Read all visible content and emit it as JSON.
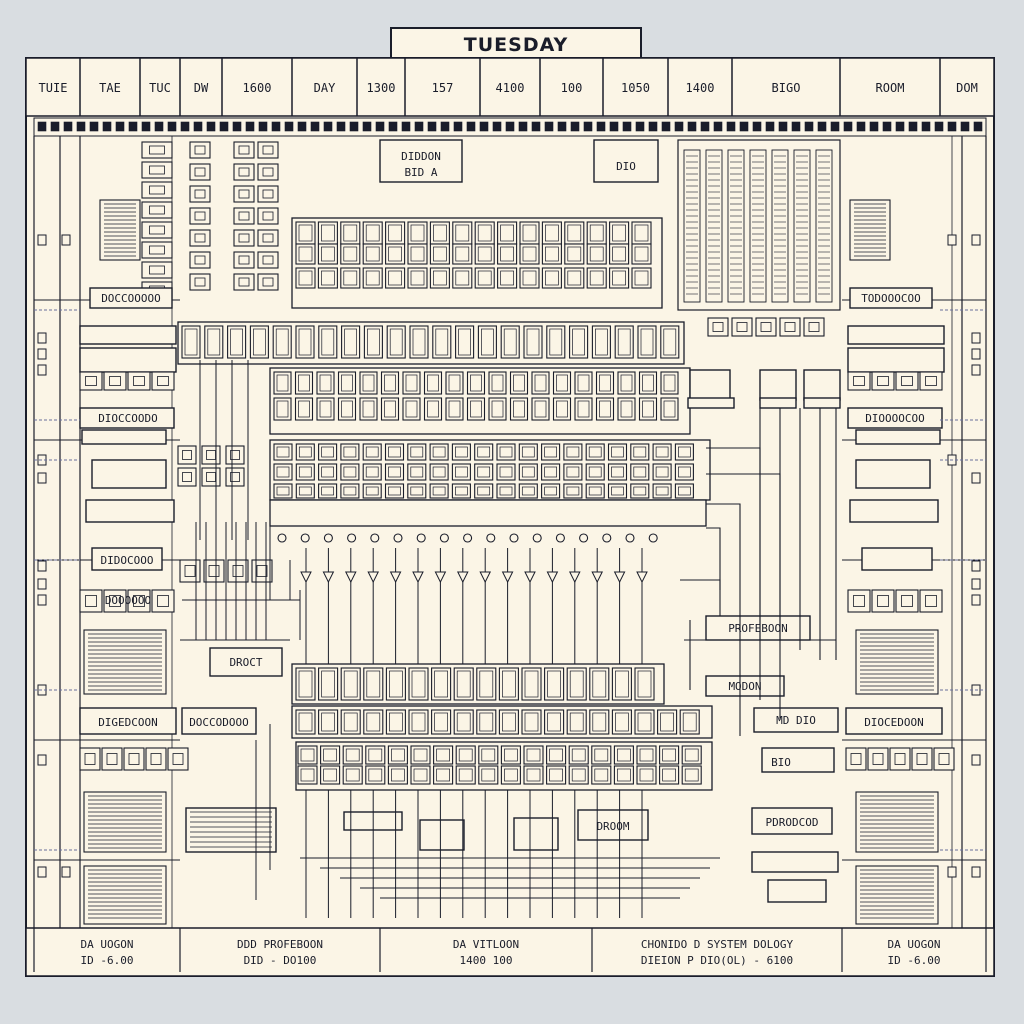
{
  "title": "TUESDAY",
  "header_cells": [
    "TUIE",
    "TAE",
    "TUC",
    "DW",
    "1600",
    "DAY",
    "1300",
    "157",
    "4100",
    "100",
    "1050",
    "1400",
    "BIGO",
    "ROOM",
    "DOM"
  ],
  "labels": {
    "center_a": "DIDDON\nBID A",
    "center_b": "DIO",
    "left_a": "DOCCOOOOO",
    "left_b": "DIOCCOODO",
    "left_c": "DIDOCOOO",
    "left_d": "DIGEDCOON",
    "left_e": "DOCCODOOO",
    "left_f": "DOOOOOO",
    "drop_a": "DROCT",
    "right_a": "TODOOOCOO",
    "right_b": "DIOOOOCOO",
    "right_c": "DIOCEDOON",
    "prof_a": "PROFEBOON",
    "modon": "MODON",
    "mid_a": "MD  DIO",
    "room_b": "DROOM",
    "prof_b": "PDRODCOD",
    "bio": "BIO"
  },
  "footer": [
    {
      "line1": "DA UOGON",
      "line2": "ID -6.00"
    },
    {
      "line1": "DDD PROFEBOON",
      "line2": "DID -   DO100"
    },
    {
      "line1": "DA VITLOON",
      "line2": "1400   100"
    },
    {
      "line1": "CHONIDO D SYSTEM DOLOGY",
      "line2": "DIEION P DIO(OL) - 6100"
    },
    {
      "line1": "DA UOGON",
      "line2": "ID -6.00"
    }
  ],
  "colors": {
    "ink": "#1a1d2a",
    "paper": "#fbf5e6",
    "background": "#d9dde1",
    "accent": "#6a6f9a"
  }
}
